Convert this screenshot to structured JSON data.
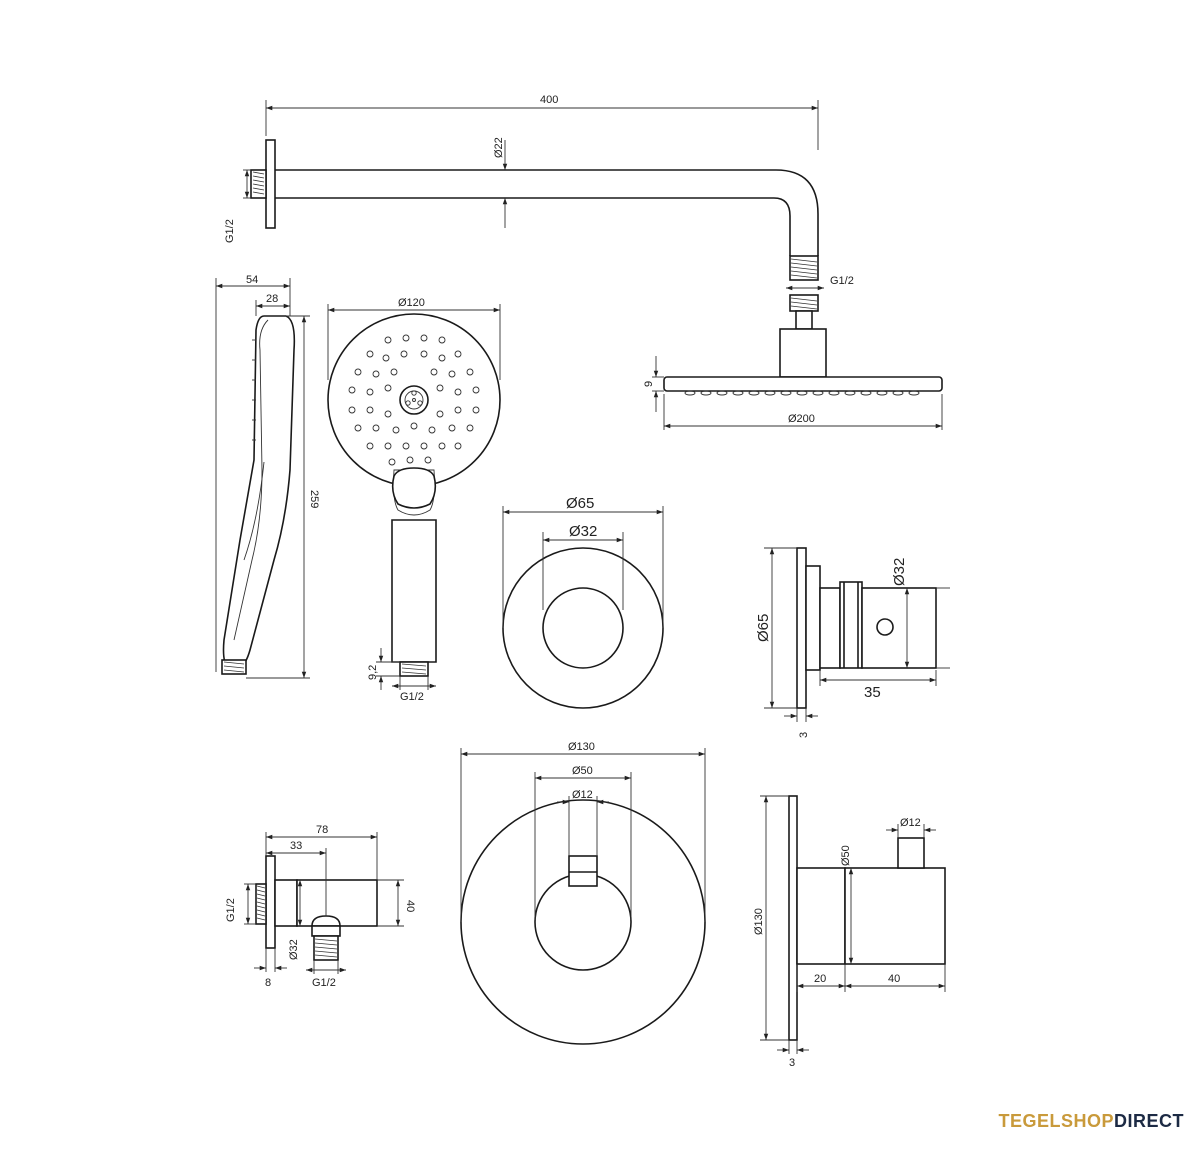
{
  "brand": {
    "part1": "TEGELSHOP",
    "part2": "DIRECT",
    "color1": "#c99a3b",
    "color2": "#1c2a44"
  },
  "dims": {
    "arm_length": "400",
    "arm_diameter": "Ø22",
    "arm_thread": "G1/2",
    "head_thread": "G1/2",
    "head_thickness": "9",
    "head_diameter": "Ø200",
    "hand_depth": "54",
    "hand_depth_inner": "28",
    "hand_length": "259",
    "hand_diameter": "Ø120",
    "hand_thread_len": "9,2",
    "hand_thread": "G1/2",
    "rose_outer": "Ø65",
    "rose_inner": "Ø32",
    "stop_height": "Ø65",
    "stop_spindle": "Ø32",
    "stop_depth": "35",
    "stop_plate": "3",
    "outlet_length": "78",
    "outlet_offset": "33",
    "outlet_thread_side": "G1/2",
    "outlet_height": "40",
    "outlet_diameter": "Ø32",
    "outlet_flange": "8",
    "outlet_thread_bottom": "G1/2",
    "thermo_plate": "Ø130",
    "thermo_body": "Ø50",
    "thermo_spindle": "Ø12",
    "side_plate": "Ø130",
    "side_spindle": "Ø12",
    "side_body": "Ø50",
    "side_depth_a": "20",
    "side_depth_b": "40",
    "side_plate_thick": "3"
  }
}
